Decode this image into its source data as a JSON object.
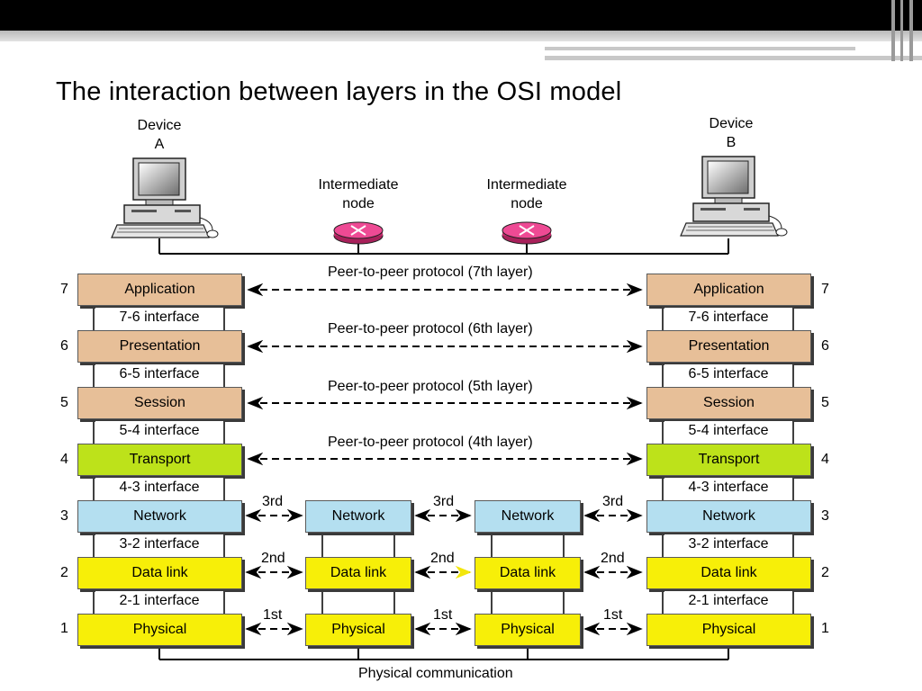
{
  "title": "The interaction between layers in the OSI model",
  "devices": {
    "a": {
      "line1": "Device",
      "line2": "A"
    },
    "b": {
      "line1": "Device",
      "line2": "B"
    },
    "node1": {
      "line1": "Intermediate",
      "line2": "node"
    },
    "node2": {
      "line1": "Intermediate",
      "line2": "node"
    }
  },
  "layers": {
    "application": "Application",
    "presentation": "Presentation",
    "session": "Session",
    "transport": "Transport",
    "network": "Network",
    "datalink": "Data link",
    "physical": "Physical"
  },
  "layer_numbers": [
    "7",
    "6",
    "5",
    "4",
    "3",
    "2",
    "1"
  ],
  "interfaces": {
    "i76": "7-6 interface",
    "i65": "6-5 interface",
    "i54": "5-4 interface",
    "i43": "4-3 interface",
    "i32": "3-2 interface",
    "i21": "2-1 interface"
  },
  "protocols": {
    "p7": "Peer-to-peer protocol (7th layer)",
    "p6": "Peer-to-peer protocol (6th layer)",
    "p5": "Peer-to-peer protocol (5th layer)",
    "p4": "Peer-to-peer protocol (4th layer)"
  },
  "hops": {
    "third": "3rd",
    "second": "2nd",
    "first": "1st"
  },
  "physical_communication": "Physical communication",
  "colors": {
    "upper_layers": "#e7bf98",
    "transport": "#bde21a",
    "network": "#b4dff0",
    "datalink": "#f7ef08",
    "physical": "#f7ef08",
    "router": "#e83e8c"
  }
}
